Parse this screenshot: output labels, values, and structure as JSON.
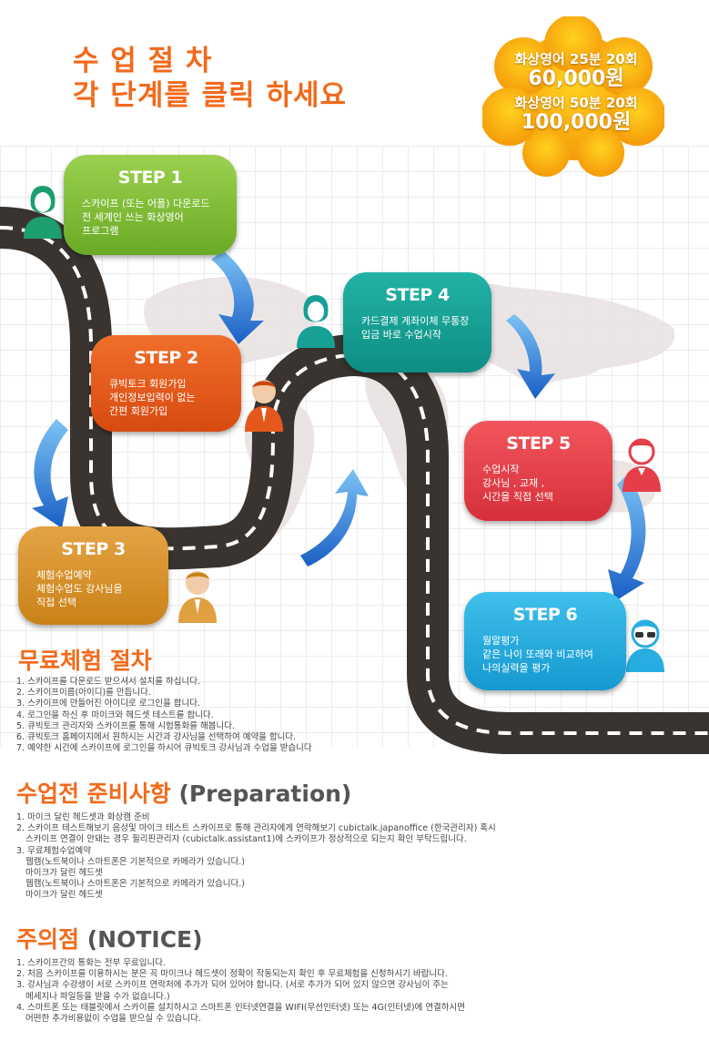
{
  "header": {
    "title_line1": "수 업 절 차",
    "title_line2": "각 단계를 클릭 하세요"
  },
  "price_badge": {
    "plan1_label": "화상영어 25분 20회",
    "plan1_price": "60,000원",
    "plan2_label": "화상영어 50분 20회",
    "plan2_price": "100,000원"
  },
  "steps": [
    {
      "title": "STEP 1",
      "lines": [
        "스카이프 (또는 어플) 다운로드",
        "전 세계인 쓰는 화상영어",
        "프로그램"
      ]
    },
    {
      "title": "STEP 2",
      "lines": [
        "큐빅토크 회원가입",
        "개인정보입력이 없는",
        "간편 회원가입"
      ]
    },
    {
      "title": "STEP 3",
      "lines": [
        "체험수업예약",
        "체험수업도 강사님을",
        "직접 선택"
      ]
    },
    {
      "title": "STEP 4",
      "lines": [
        "카드결제 계좌이체 무통장",
        "입금 바로 수업시작"
      ]
    },
    {
      "title": "STEP 5",
      "lines": [
        "수업시작",
        "강사님 , 교재 ,",
        "시간을 직접 선택"
      ]
    },
    {
      "title": "STEP 6",
      "lines": [
        "월말평가",
        "같은 나이 또래와 비교하여",
        "나의실력을 평가"
      ]
    }
  ],
  "free_trial": {
    "heading": "무료체험 절차",
    "items": [
      "1. 스카이프를 다운로드 받으셔서 설치를 하십니다.",
      "2. 스카이프이름(아이디)를 만듭니다.",
      "3. 스카이프에 만들어진 아이디로 로그인을 합니다.",
      "4. 로그인을 하신 후 마이크와 헤드셋 테스트를 합니다.",
      "5. 큐빅토크 관리자와 스카이프를 통해 시험통화를 해봅니다.",
      "6. 큐빅토크 홈페이지에서 원하시는 시간과 강사님을 선택하여 예약을 합니다.",
      "7. 예약한 시간에 스카이프에 로그인을 하시어 큐빅토크 강사님과 수업을 받습니다"
    ]
  },
  "preparation": {
    "heading_ko": "수업전 준비사항",
    "heading_en": "(Preparation)",
    "items": [
      "1. 마이크 달린 헤드셋과 화상캠 준비",
      "2. 스카이프 테스트해보기 음성및 마이크 테스트 스카이프로 통해 관리자에게 연락해보기 cubictalk.japanoffice (한국관리자) 혹시",
      "스카이프 연결이 안돼는 경우 필리핀관리자 (cubictalk.assistant1)에 스카이프가 정상적으로 되는지 확인 부탁드립니다.",
      "3. 무료체험수업예약",
      "웹캠(노트북이나 스마트폰은 기본적으로 카메라가 있습니다.)",
      "마이크가 달린 헤드셋",
      "웹캠(노트북이나 스마트폰은 기본적으로 카메라가 있습니다.)",
      "마이크가 달린 헤드셋"
    ]
  },
  "notice": {
    "heading_ko": "주의점",
    "heading_en": "(NOTICE)",
    "items": [
      "1. 스카이프간의 통화는 전부 무료입니다.",
      "2. 처음 스카이프를 이용하시는 분은 꼭 마이크나 헤드셋이 정확이 작동되는지 확인 후 무료체험을 신청하시기 바랍니다.",
      "3. 강사님과 수강생이 서로 스카이프 연락처에 추가가 되어 있어야 합니다. (서로 추가가 되어 있지 않으면 강사님이 주는",
      "메세지나 파일등을 받을 수가 없습니다.)",
      "4. 스마트폰 또는 태블릿에서 스카이를 설치하시고 스마트폰 인터넷연결을 WIFI(무선인터넷) 또는 4G(인터넷)에 연결하시면",
      "어떤한 추가비용없이 수업을 받으실 수 있습니다."
    ]
  },
  "colors": {
    "accent": "#f26a1b",
    "step1": "#7dbd34",
    "step2": "#e5581b",
    "step3": "#d69028",
    "step4": "#16a096",
    "step5": "#e43f48",
    "step6": "#28ade0",
    "road": "#3a3430",
    "arrow": "#1f6fd0"
  },
  "icons": [
    "person-female-icon",
    "person-male-icon",
    "arrow-icon",
    "world-map-icon",
    "flower-badge-icon"
  ]
}
